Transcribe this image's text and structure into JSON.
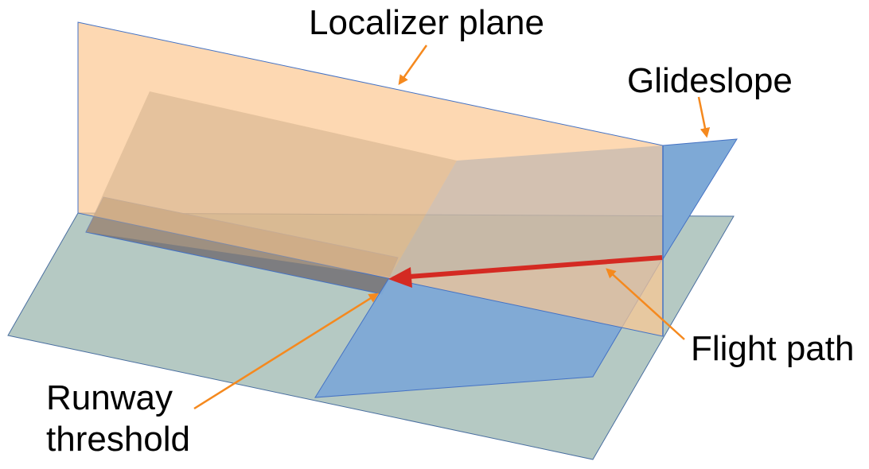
{
  "labels": {
    "localizer_plane": "Localizer plane",
    "glideslope": "Glideslope",
    "flight_path": "Flight path",
    "runway_threshold_line1": "Runway",
    "runway_threshold_line2": "threshold"
  },
  "colors": {
    "ground_plane": "#b5c9c3",
    "localizer_plane": "#fcd5ac",
    "glideslope_plane": "#7ea9d6",
    "runway": "#7d7d80",
    "flight_path_arrow": "#d42a22",
    "callout_arrows": "#f5891e",
    "edge_lines": "#4472c4"
  }
}
